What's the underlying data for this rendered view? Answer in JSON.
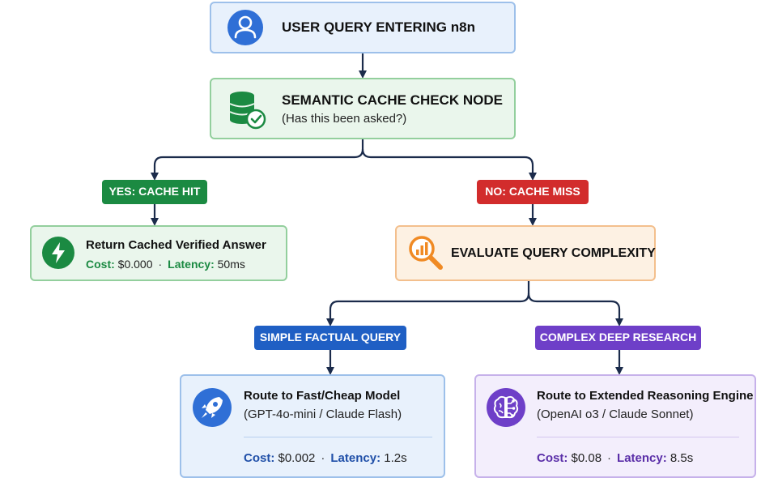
{
  "nodes": {
    "user_query": {
      "title": "USER QUERY ENTERING n8n"
    },
    "cache_check": {
      "title": "SEMANTIC CACHE CHECK NODE",
      "subtitle": "(Has this been asked?)"
    },
    "cached_answer": {
      "title": "Return Cached Verified Answer",
      "cost_label": "Cost:",
      "cost_value": "$0.000",
      "latency_label": "Latency:",
      "latency_value": "50ms"
    },
    "evaluate": {
      "title": "EVALUATE QUERY COMPLEXITY"
    },
    "fast_model": {
      "title": "Route to Fast/Cheap Model",
      "subtitle": "(GPT-4o-mini / Claude Flash)",
      "cost_label": "Cost:",
      "cost_value": "$0.002",
      "latency_label": "Latency:",
      "latency_value": "1.2s"
    },
    "reasoning": {
      "title": "Route to Extended Reasoning Engine",
      "subtitle": "(OpenAI o3 / Claude Sonnet)",
      "cost_label": "Cost:",
      "cost_value": "$0.08",
      "latency_label": "Latency:",
      "latency_value": "8.5s"
    }
  },
  "branches": {
    "cache_hit": "YES: CACHE HIT",
    "cache_miss": "NO: CACHE MISS",
    "simple": "SIMPLE FACTUAL QUERY",
    "complex": "COMPLEX DEEP RESEARCH"
  },
  "separator": "·",
  "icons": {
    "user_query": "user-icon",
    "cache_check": "database-check-icon",
    "cached_answer": "lightning-icon",
    "evaluate": "analytics-magnifier-icon",
    "fast_model": "rocket-icon",
    "reasoning": "brain-icon"
  },
  "colors": {
    "connector": "#1b2b4b",
    "blue": "#1f5fc4",
    "green": "#1b8a42",
    "red": "#d22c2c",
    "orange": "#f08a24",
    "purple": "#6e3fc8"
  }
}
